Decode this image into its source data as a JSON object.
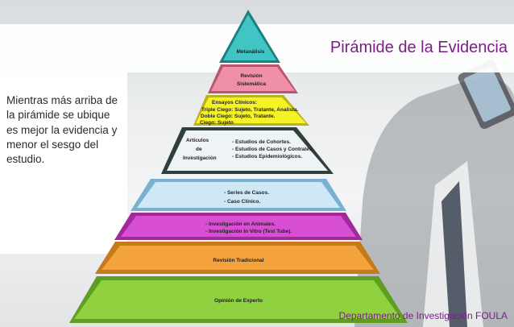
{
  "title": "Pirámide de la Evidencia",
  "description": "Mientras más arriba de la pirámide se ubique es mejor la evidencia y menor el sesgo del estudio.",
  "footer": "Departamento de Investigación FOULA",
  "levels": [
    {
      "label": "Metanálisis",
      "color": "#40c4c4"
    },
    {
      "label_lines": [
        "Revisión",
        "Sistemática"
      ],
      "color": "#ef8fa8"
    },
    {
      "label": "Ensayos Clínicos:",
      "items": [
        "Triple Ciego: Sujeto, Tratante, Analista.",
        "Doble Ciego: Sujeto, Tratante.",
        "Ciego: Sujeto"
      ],
      "color": "#f5f226"
    },
    {
      "label_lines": [
        "Artículos",
        "de",
        "Investigación"
      ],
      "items": [
        "- Estudios de Cohortes.",
        "- Estudios de Casos y Contrales.",
        "- Estudios Epidemiológicos."
      ],
      "color": "#eef3f6"
    },
    {
      "items": [
        "- Series de Casos.",
        "- Caso Clínico."
      ],
      "color": "#cfe8f6"
    },
    {
      "items": [
        "- Investigación en Animales.",
        "- Investigación In Vitro (Test Tube)."
      ],
      "color": "#d94fd4"
    },
    {
      "label": "Revisión Tradicional",
      "color": "#f4a23c"
    },
    {
      "label": "Opinión de Experto",
      "color": "#8fd13f"
    }
  ]
}
